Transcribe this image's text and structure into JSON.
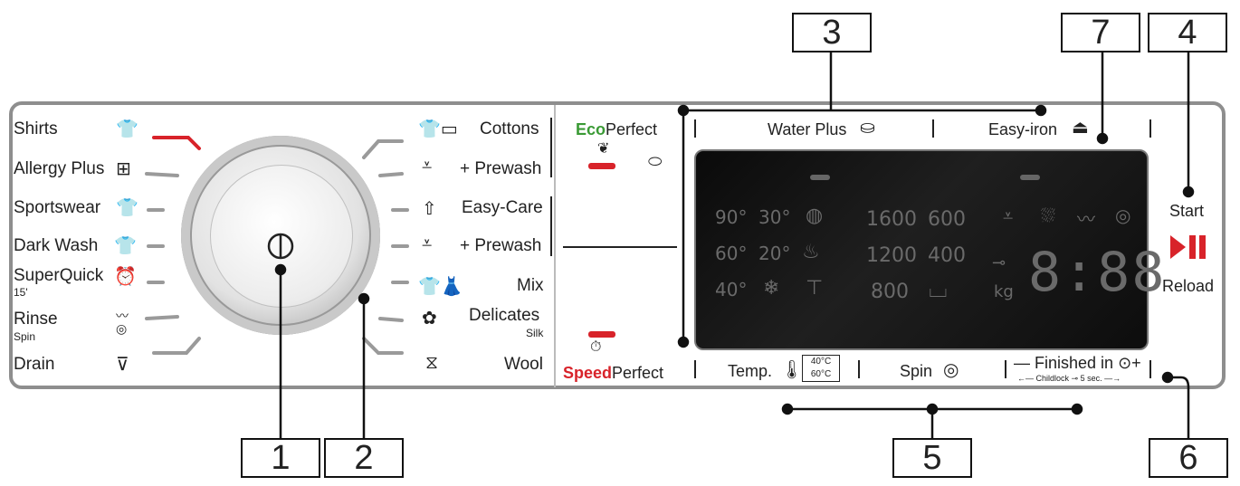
{
  "callouts": {
    "c1": "1",
    "c2": "2",
    "c3": "3",
    "c4": "4",
    "c5": "5",
    "c6": "6",
    "c7": "7"
  },
  "programs_left": [
    {
      "label": "Shirts",
      "icon": "shirt-icon"
    },
    {
      "label": "Allergy Plus",
      "icon": "allergy-icon"
    },
    {
      "label": "Sportswear",
      "icon": "sportswear-icon"
    },
    {
      "label": "Dark Wash",
      "icon": "dark-shirt-icon"
    },
    {
      "label": "SuperQuick",
      "sub": "15'",
      "icon": "clock-icon"
    },
    {
      "label": "Rinse",
      "sub": "Spin",
      "icon": "rinse-icon"
    },
    {
      "label": "Drain",
      "icon": "drain-icon"
    }
  ],
  "programs_right": [
    {
      "label": "Cottons",
      "icon": "cottons-icon"
    },
    {
      "label": "+ Prewash",
      "icon": "prewash-icon"
    },
    {
      "label": "Easy-Care",
      "icon": "easycare-icon"
    },
    {
      "label": "+ Prewash",
      "icon": "prewash-icon"
    },
    {
      "label": "Mix",
      "icon": "mix-icon"
    },
    {
      "label": "Delicates",
      "sub": "Silk",
      "icon": "delicates-icon"
    },
    {
      "label": "Wool",
      "icon": "wool-icon"
    }
  ],
  "buttons": {
    "eco_prefix": "Eco",
    "eco_suffix": "Perfect",
    "speed_prefix": "Speed",
    "speed_suffix": "Perfect",
    "water_plus": "Water Plus",
    "easy_iron": "Easy-iron",
    "temp": "Temp.",
    "spin": "Spin",
    "finished_in": "Finished in",
    "childlock": "Childlock",
    "childlock_time": "5 sec.",
    "start": "Start",
    "reload": "Reload",
    "temp_60": "60°C",
    "temp_40": "40°C"
  },
  "display": {
    "temps": [
      "90°",
      "30°",
      "60°",
      "20°",
      "40°"
    ],
    "spin_speeds": [
      "1600",
      "600",
      "1200",
      "400",
      "800"
    ],
    "kg": "kg",
    "time": "8:88"
  },
  "colors": {
    "eco_green": "#3a9a35",
    "speed_red": "#d8232a",
    "lcd_bg": "#111111",
    "lcd_text": "#6a6a6a"
  }
}
